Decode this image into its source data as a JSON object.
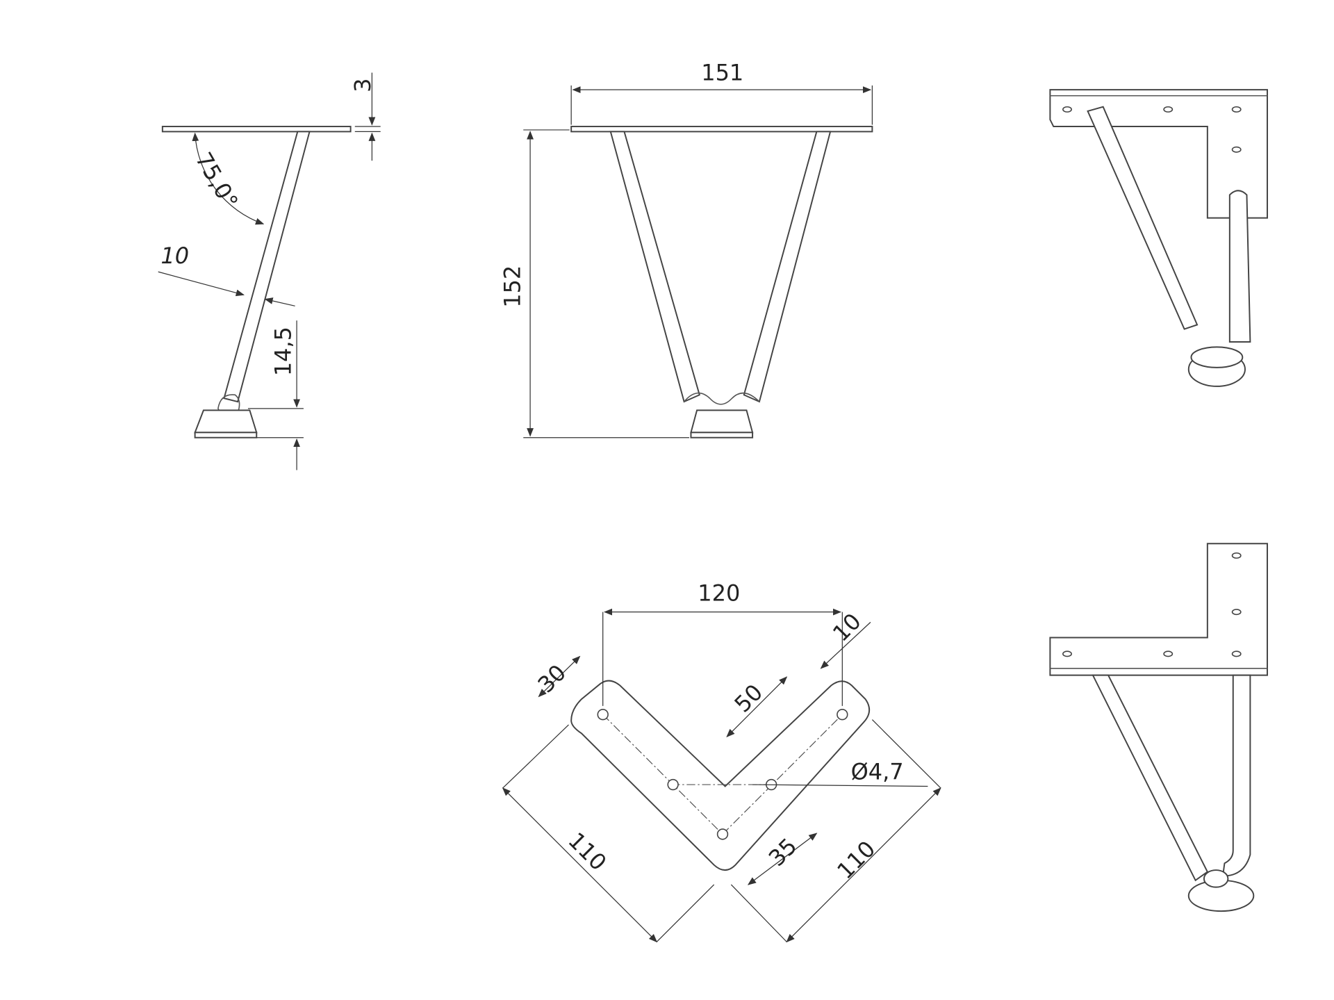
{
  "side_view": {
    "plate_thickness": "3",
    "angle": "75,0°",
    "leg_diameter": "10",
    "foot_height": "14,5"
  },
  "front_view": {
    "plate_width": "151",
    "total_height": "152"
  },
  "bottom_view": {
    "span": "120",
    "leg_offset": "10",
    "plate_width": "30",
    "hole_spacing_a": "50",
    "hole_diameter": "Ø4,7",
    "arm_length_left": "110",
    "hole_spacing_b": "35",
    "arm_length_right": "110"
  }
}
